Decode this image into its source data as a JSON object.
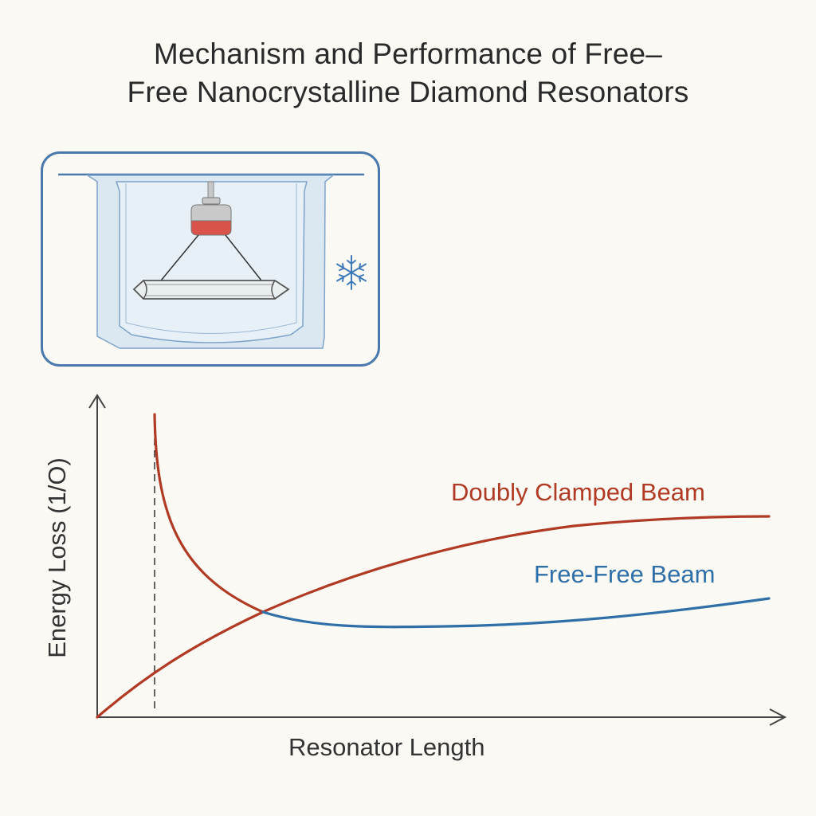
{
  "title": {
    "line1": "Mechanism and Performance of Free–",
    "line2": "Free Nanocrystalline Diamond Resonators"
  },
  "illustration": {
    "description": "Free-free beam resonator suspended by wires from a mount inside a cryogenic chamber",
    "icons": [
      "cryostat-chamber",
      "mount-block",
      "suspension-wires",
      "diamond-beam",
      "snowflake-icon"
    ],
    "colors": {
      "frame": "#4a79ac",
      "chamber_fill": "#dce9f3",
      "mount_top": "#c9c9c9",
      "mount_bottom": "#d9534a",
      "snowflake": "#3f7bb8"
    }
  },
  "chart_data": {
    "type": "line",
    "title": "",
    "xlabel": "Resonator Length",
    "ylabel": "Energy Loss (1/O)",
    "ticks": false,
    "grid": false,
    "legend_position": "inline-right",
    "series": [
      {
        "name": "Doubly Clamped Beam",
        "color": "#b03a24",
        "x": [
          0,
          0.05,
          0.1,
          0.2,
          0.3,
          0.4,
          0.5,
          0.6,
          0.7,
          0.8,
          0.9,
          1.0
        ],
        "y": [
          0.0,
          0.1,
          0.18,
          0.32,
          0.42,
          0.5,
          0.56,
          0.61,
          0.64,
          0.66,
          0.67,
          0.67
        ]
      },
      {
        "name": "Free-Free Beam",
        "color": "#2f6fa8",
        "x": [
          0.085,
          0.09,
          0.1,
          0.12,
          0.15,
          0.18,
          0.21,
          0.25,
          0.3,
          0.4,
          0.5,
          0.6,
          0.7,
          0.8,
          0.9,
          1.0
        ],
        "y": [
          1.0,
          0.85,
          0.7,
          0.53,
          0.4,
          0.34,
          0.31,
          0.285,
          0.27,
          0.26,
          0.26,
          0.265,
          0.275,
          0.29,
          0.31,
          0.33
        ]
      }
    ],
    "annotations": [
      {
        "type": "vertical-dashed-line",
        "x": 0.085,
        "label": ""
      }
    ],
    "note": "Free-Free curve drawn in red before the crossover point (~x=0.25), blue after"
  },
  "legend": {
    "doubly_clamped": "Doubly Clamped Beam",
    "free_free": "Free-Free Beam"
  },
  "axes": {
    "x_label": "Resonator Length",
    "y_label": "Energy Loss (1/O)"
  }
}
